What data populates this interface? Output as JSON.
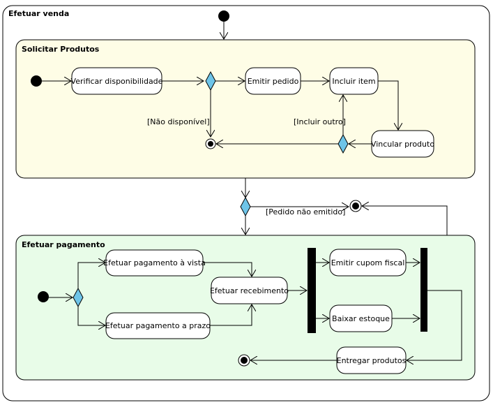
{
  "diagram": {
    "outer_title": "Efetuar venda",
    "section1": {
      "title": "Solicitar Produtos",
      "nodes": {
        "verificar": "Verificar disponibilidade",
        "emitir_pedido": "Emitir pedido",
        "incluir_item": "Incluir item",
        "vincular": "Vincular produto"
      },
      "guards": {
        "nao_disponivel": "[Não disponível]",
        "incluir_outro": "[Incluir outro]"
      }
    },
    "middle_guard": "[Pedido não emitido]",
    "section2": {
      "title": "Efetuar pagamento",
      "nodes": {
        "vista": "Efetuar pagamento à vista",
        "prazo": "Efetuar pagamento a prazo",
        "recebimento": "Efetuar recebimento",
        "cupom": "Emitir cupom fiscal",
        "estoque": "Baixar estoque",
        "entregar": "Entregar produtos"
      }
    },
    "colors": {
      "section1_fill": "#fefde6",
      "section2_fill": "#e8fce8",
      "decision_fill": "#6ec4e8"
    }
  }
}
